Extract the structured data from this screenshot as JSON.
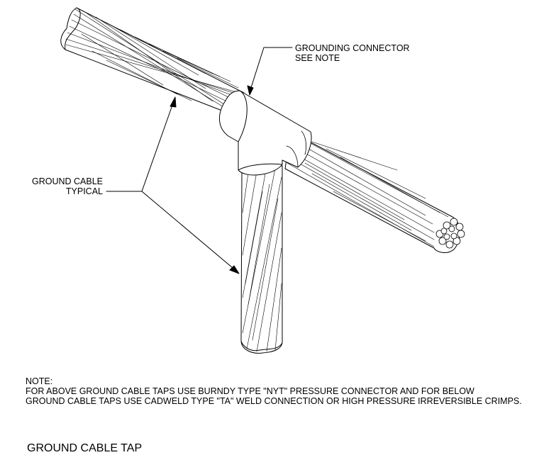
{
  "labels": {
    "connector_line1": "GROUNDING CONNECTOR",
    "connector_line2": "SEE NOTE",
    "ground_line1": "GROUND CABLE",
    "ground_line2": "TYPICAL"
  },
  "note": {
    "heading": "NOTE:",
    "line1": "FOR ABOVE GROUND CABLE TAPS USE BURNDY TYPE \"NYT\" PRESSURE CONNECTOR AND FOR BELOW",
    "line2": "GROUND CABLE TAPS USE CADWELD TYPE \"TA\" WELD CONNECTION OR HIGH PRESSURE IRREVERSIBLE CRIMPS."
  },
  "title": "GROUND CABLE TAP",
  "colors": {
    "ink": "#000000",
    "paper": "#ffffff"
  }
}
